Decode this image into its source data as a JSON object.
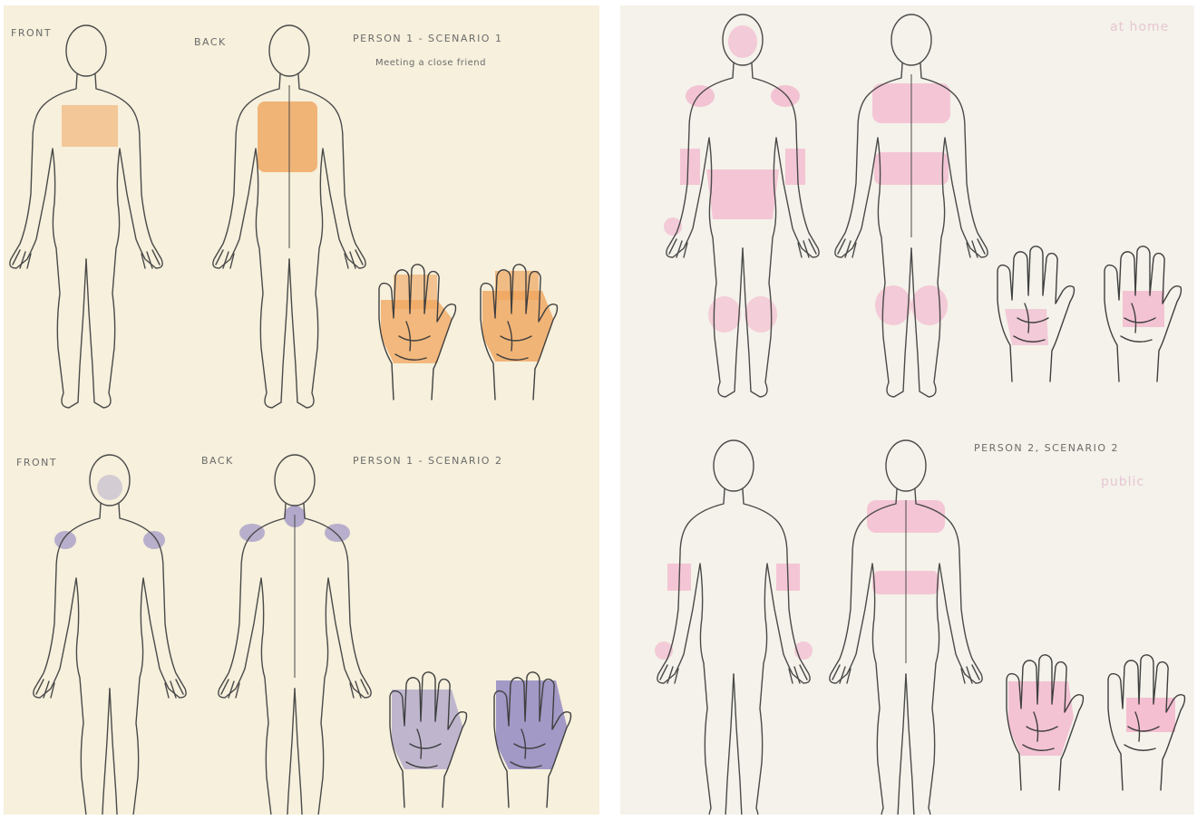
{
  "colors": {
    "sheet_left": "#f6f0dc",
    "sheet_right": "#f4f2ea",
    "outline": "#4a4a4a",
    "orange": "#f0a55e",
    "purple": "#6d5fb8",
    "pink": "#f3a9c6"
  },
  "left_sheet": {
    "scenario1": {
      "front_label": "FRONT",
      "back_label": "BACK",
      "title": "PERSON 1 - SCENARIO 1",
      "note": "Meeting a close friend",
      "highlight_color": "#f0a55e"
    },
    "scenario2": {
      "front_label": "FRONT",
      "back_label": "BACK",
      "title": "PERSON 1 - SCENARIO 2",
      "highlight_color": "#6d5fb8"
    }
  },
  "right_sheet": {
    "faint_note_top": "at home",
    "scenario2": {
      "title": "PERSON 2, SCENARIO 2",
      "faint_note": "public"
    },
    "highlight_color": "#f3a9c6"
  }
}
